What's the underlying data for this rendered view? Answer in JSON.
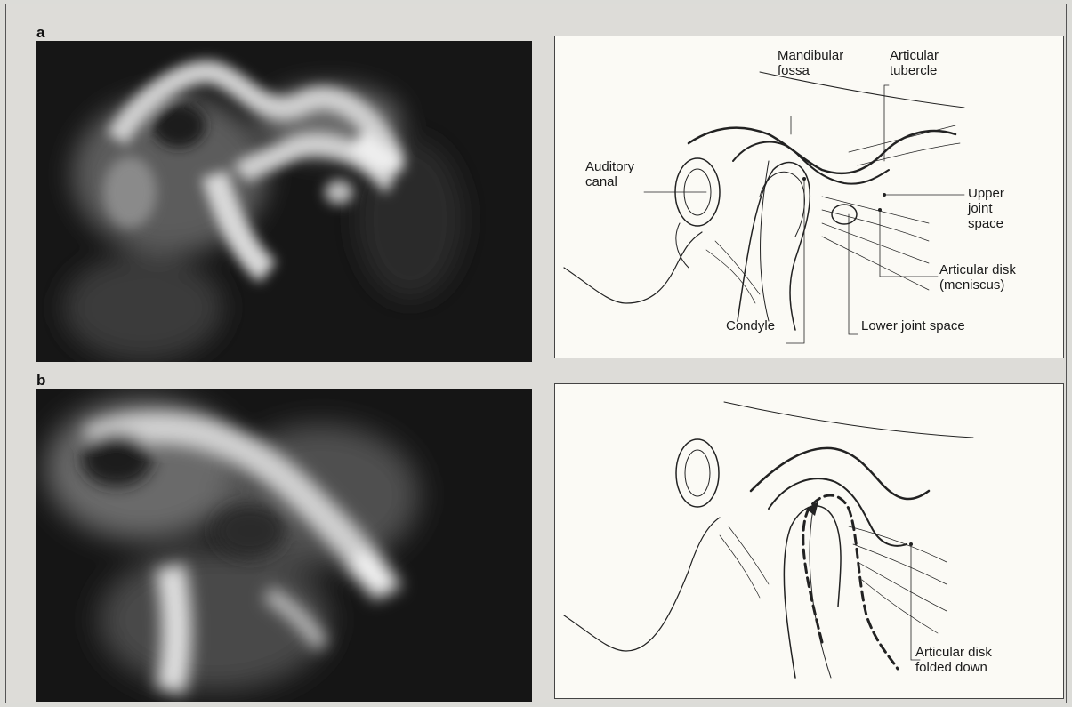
{
  "panels": {
    "a": {
      "letter": "a",
      "labels": {
        "mandibular_fossa": "Mandibular\nfossa",
        "articular_tubercle": "Articular\ntubercle",
        "auditory_canal": "Auditory\ncanal",
        "upper_joint_space": "Upper\njoint\nspace",
        "articular_disk": "Articular disk\n(meniscus)",
        "condyle": "Condyle",
        "lower_joint_space": "Lower joint space"
      }
    },
    "b": {
      "letter": "b",
      "labels": {
        "articular_disk_folded": "Articular disk\nfolded down"
      }
    }
  }
}
